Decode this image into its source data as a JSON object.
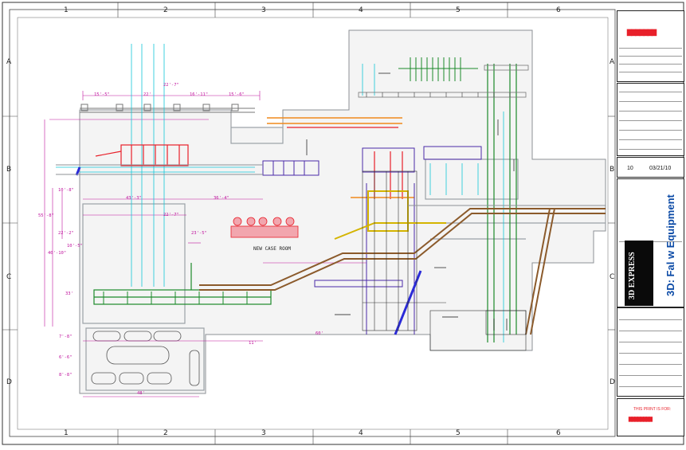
{
  "border": {
    "columns": [
      "1",
      "2",
      "3",
      "4",
      "5",
      "6"
    ],
    "rows": [
      "A",
      "B",
      "C",
      "D"
    ]
  },
  "title_block": {
    "revision": "10",
    "revision_date": "03/21/10",
    "drawing_title": "3D: Fal w Equipment",
    "logo_text": "3D EXPRESS",
    "print_notice": "THIS PRINT IS FOR:"
  },
  "plan": {
    "area_label": "NEW CASE ROOM",
    "dims": [
      "15'-5\"",
      "22'",
      "16'-11\"",
      "15'-6\"",
      "22'-7\"",
      "10'-8\"",
      "43'-3\"",
      "36'-4\"",
      "22'-7\"",
      "55'-8\"",
      "22'-2\"",
      "40'-10\"",
      "23'-5\"",
      "10'-5\"",
      "33'",
      "7'-8\"",
      "6'-6\"",
      "8'-8\"",
      "11'",
      "48'",
      "60'"
    ]
  },
  "colors": {
    "wall": "#9aa0a6",
    "dimension": "#c0149e",
    "cyan": "#12c6d8",
    "green": "#1b8a2a",
    "red": "#e8202a",
    "blue": "#2a2ad8",
    "brown": "#8b5a2b",
    "orange": "#f08a1c"
  }
}
